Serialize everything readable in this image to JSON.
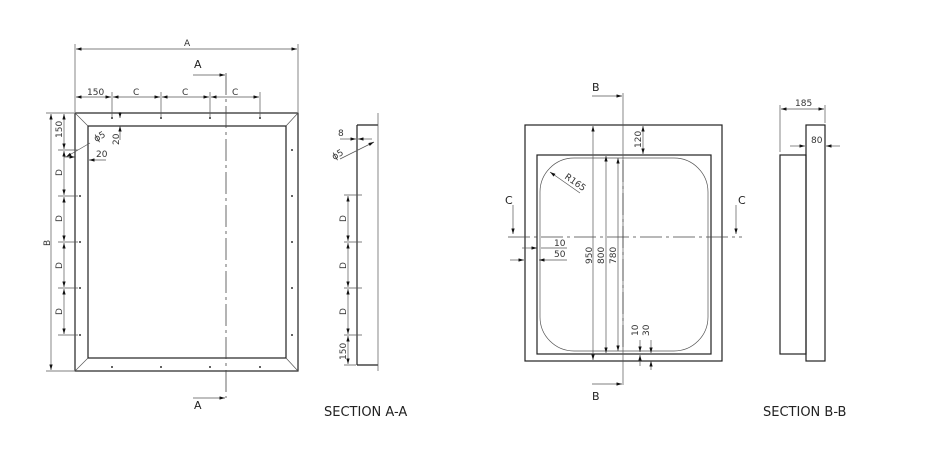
{
  "front_view_a": {
    "dim_overall_width": "A",
    "dim_overall_height": "B",
    "dim_edge_offset_top": "150",
    "dim_spacing_c": [
      "C",
      "C",
      "C"
    ],
    "dim_edge_offset_left": "150",
    "dim_spacing_d": [
      "D",
      "D",
      "D",
      "D"
    ],
    "dim_hole_dia": "ϕ5",
    "dim_hole_inset_v": "20",
    "dim_hole_inset_h": "20",
    "cut_label_top": "A",
    "cut_label_bottom": "A"
  },
  "section_a": {
    "title": "SECTION A-A",
    "dim_hole_offset": "8",
    "dim_hole_dia": "ϕ5",
    "dim_spacing_d": [
      "D",
      "D",
      "D"
    ],
    "dim_bottom": "150"
  },
  "front_view_b": {
    "cut_label_top": "B",
    "cut_label_bottom": "B",
    "cut_label_left": "C",
    "cut_label_right": "C",
    "dim_top_margin": "120",
    "dim_radius": "R165",
    "dim_h_950": "950",
    "dim_h_800": "800",
    "dim_h_780": "780",
    "dim_side_10": "10",
    "dim_side_50": "50",
    "dim_bottom_10": "10",
    "dim_bottom_30": "30"
  },
  "section_b": {
    "title": "SECTION B-B",
    "dim_total_depth": "185",
    "dim_depth": "80"
  }
}
